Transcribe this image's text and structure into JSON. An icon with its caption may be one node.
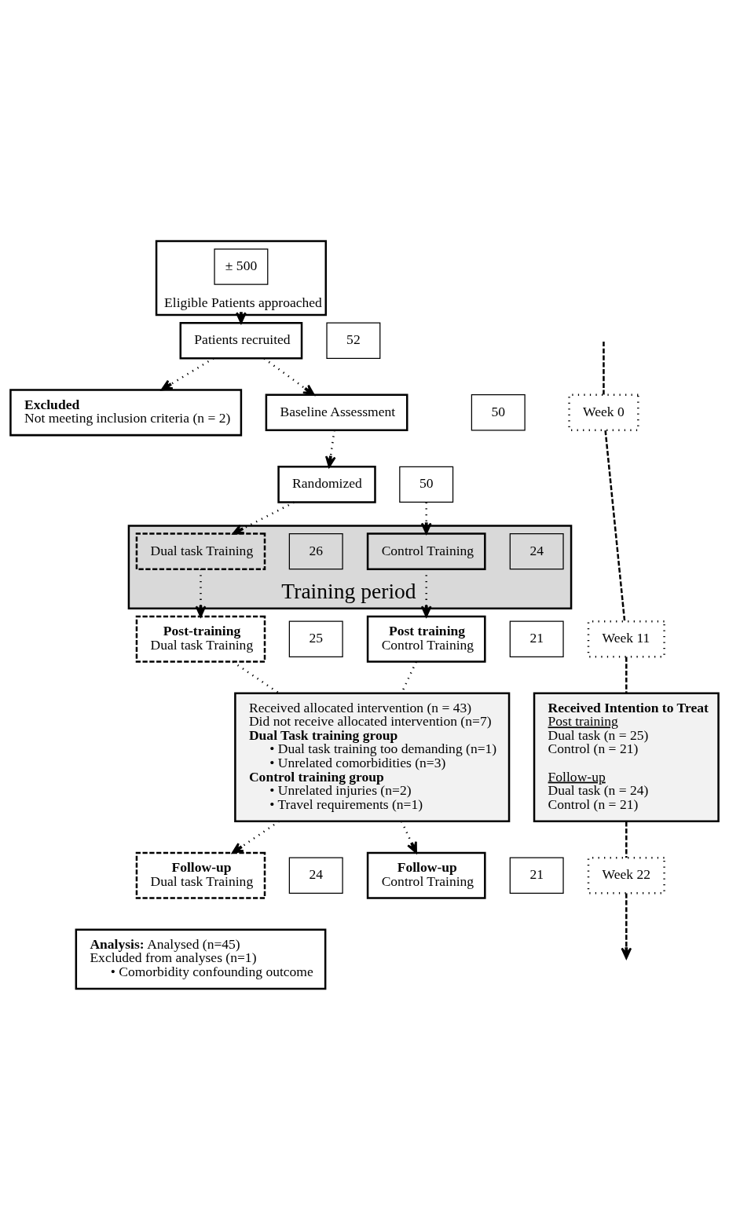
{
  "diagram": {
    "nodes": [
      {
        "text": [
          "Eligible Patients approached"
        ]
      },
      {
        "text": [
          "± 500"
        ],
        "in": 0
      },
      {
        "text": [
          "Patients recruited"
        ]
      },
      {
        "text": [
          "52"
        ]
      },
      {
        "text": [
          "Excluded",
          "Not meeting inclusion criteria (n = 2)"
        ]
      },
      {
        "text": [
          "Baseline Assessment"
        ]
      },
      {
        "text": [
          "50"
        ]
      },
      {
        "text": [
          "Week 0"
        ]
      },
      {
        "text": [
          "Randomized"
        ]
      },
      {
        "text": [
          "50"
        ]
      },
      {
        "text": [
          "Training period"
        ]
      },
      {
        "text": [
          "Dual task Training"
        ],
        "in": 10
      },
      {
        "text": [
          "26"
        ],
        "in": 10
      },
      {
        "text": [
          "Control Training"
        ],
        "in": 10
      },
      {
        "text": [
          "24"
        ],
        "in": 10
      },
      {
        "text": [
          "Post-training",
          "Dual task Training"
        ]
      },
      {
        "text": [
          "25"
        ]
      },
      {
        "text": [
          "Post training",
          "Control Training"
        ]
      },
      {
        "text": [
          "21"
        ]
      },
      {
        "text": [
          "Week 11"
        ]
      },
      {
        "text": [
          "Received allocated intervention (n = 43)",
          "Did not receive allocated intervention (n=7)",
          "Dual Task training group",
          "• Dual task training too demanding (n=1)",
          "• Unrelated comorbidities (n=3)",
          "Control training group",
          "• Unrelated injuries (n=2)",
          "• Travel requirements (n=1)"
        ]
      },
      {
        "text": [
          "Received Intention to Treat",
          "Post training",
          "Dual task (n = 25)",
          "Control (n = 21)",
          "Follow-up",
          "Dual task (n = 24)",
          "Control (n = 21)"
        ]
      },
      {
        "text": [
          "Follow-up",
          "Dual task Training"
        ]
      },
      {
        "text": [
          "24"
        ]
      },
      {
        "text": [
          "Follow-up",
          "Control Training"
        ]
      },
      {
        "text": [
          "21"
        ]
      },
      {
        "text": [
          "Week 22"
        ]
      },
      {
        "text": [
          "**Analysis:** Analysed (n=45)",
          "Excluded from analyses (n=1)",
          "• Comorbidity confounding outcome"
        ]
      }
    ],
    "edges": [
      {
        "from": 0,
        "to": 2,
        "arrow": "to"
      },
      {
        "from": 2,
        "to": 4,
        "arrow": "to"
      },
      {
        "from": 2,
        "to": 5,
        "arrow": "to"
      },
      {
        "from": 5,
        "to": 8,
        "arrow": "to"
      },
      {
        "from": 8,
        "to": 11,
        "arrow": "to"
      },
      {
        "from": 9,
        "to": 13,
        "arrow": "to"
      },
      {
        "from": 11,
        "to": 15,
        "arrow": "to"
      },
      {
        "from": 13,
        "to": 17,
        "arrow": "to"
      },
      {
        "from": 15,
        "to": 20,
        "arrow": "none"
      },
      {
        "from": 17,
        "to": 20,
        "arrow": "none"
      },
      {
        "from": 20,
        "to": 22,
        "arrow": "to"
      },
      {
        "from": 20,
        "to": 24,
        "arrow": "to"
      },
      {
        "from": null,
        "to": 7,
        "arrow": "none",
        "style": "dashed"
      },
      {
        "from": 7,
        "to": 19,
        "arrow": "none",
        "style": "dashed"
      },
      {
        "from": 19,
        "to": 21,
        "arrow": "none",
        "style": "dashed"
      },
      {
        "from": 21,
        "to": 26,
        "arrow": "none",
        "style": "dashed"
      },
      {
        "from": 26,
        "to": null,
        "arrow": "to",
        "style": "dashed"
      }
    ]
  }
}
